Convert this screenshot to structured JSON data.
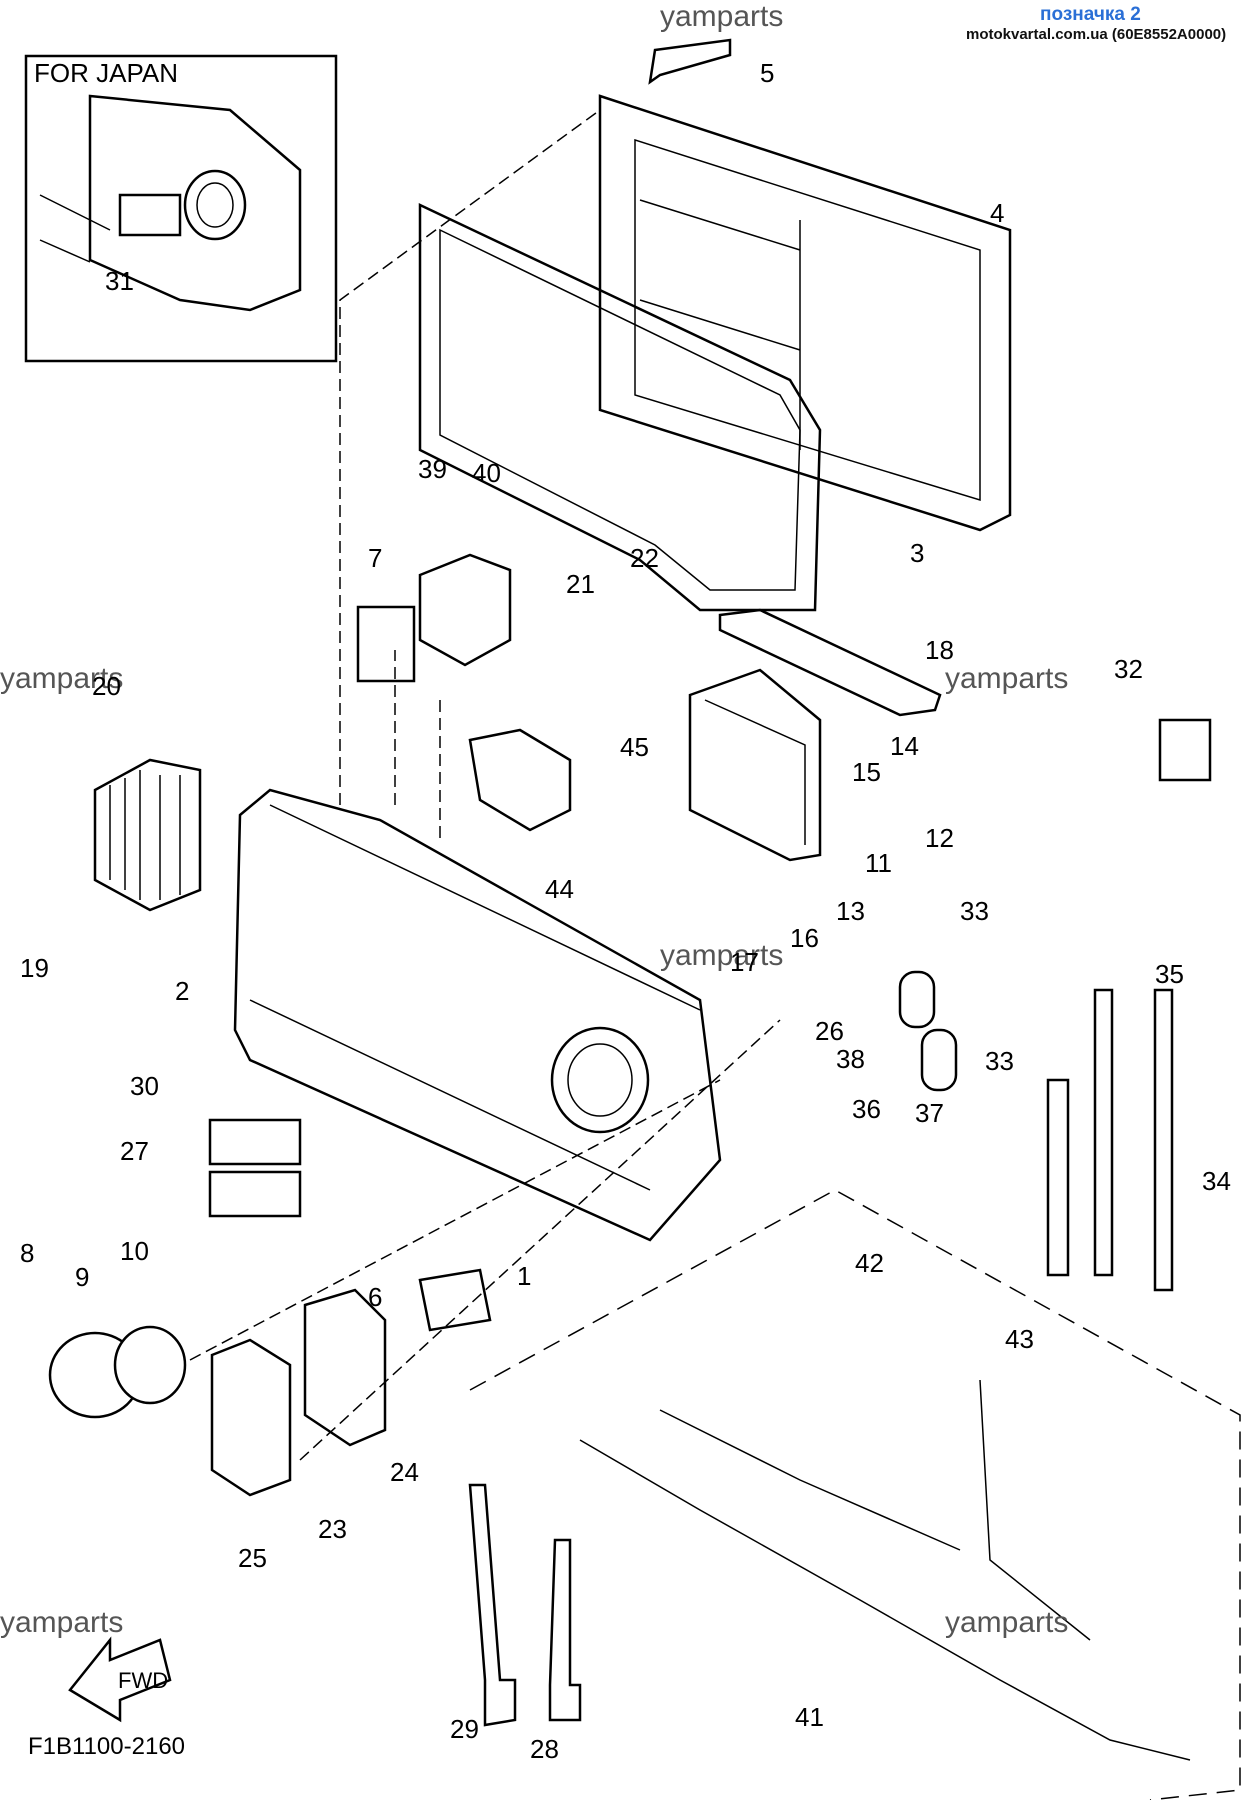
{
  "header": {
    "label": "позначка 2",
    "site": "motokvartal.com.ua (60E8552A0000)"
  },
  "watermark": "yamparts",
  "inset": {
    "title": "FOR JAPAN"
  },
  "figure_code": "F1B1100-2160",
  "fwd_label": "FWD",
  "parts": [
    "1",
    "2",
    "3",
    "4",
    "5",
    "6",
    "7",
    "8",
    "9",
    "10",
    "11",
    "12",
    "13",
    "14",
    "15",
    "16",
    "17",
    "18",
    "19",
    "20",
    "21",
    "22",
    "23",
    "24",
    "25",
    "26",
    "27",
    "28",
    "29",
    "30",
    "31",
    "32",
    "33",
    "33",
    "34",
    "35",
    "36",
    "37",
    "38",
    "39",
    "40",
    "41",
    "42",
    "43",
    "44",
    "45"
  ]
}
